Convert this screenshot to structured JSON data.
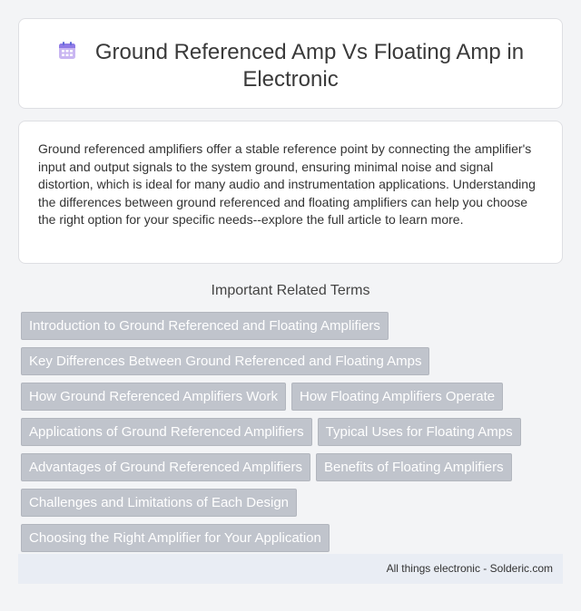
{
  "header": {
    "icon": "calendar-icon",
    "title": "Ground Referenced Amp Vs Floating Amp in Electronic"
  },
  "description": {
    "text": "Ground referenced amplifiers offer a stable reference point by connecting the amplifier's input and output signals to the system ground, ensuring minimal noise and signal distortion, which is ideal for many audio and instrumentation applications. Understanding the differences between ground referenced and floating amplifiers can help you choose the right option for your specific needs--explore the full article to learn more."
  },
  "related": {
    "heading": "Important Related Terms",
    "terms": [
      "Introduction to Ground Referenced and Floating Amplifiers",
      "Key Differences Between Ground Referenced and Floating Amps",
      "How Ground Referenced Amplifiers Work",
      "How Floating Amplifiers Operate",
      "Applications of Ground Referenced Amplifiers",
      "Typical Uses for Floating Amps",
      "Advantages of Ground Referenced Amplifiers",
      "Benefits of Floating Amplifiers",
      "Challenges and Limitations of Each Design",
      "Choosing the Right Amplifier for Your Application"
    ]
  },
  "footer": {
    "text": "All things electronic - Solderic.com"
  },
  "colors": {
    "tag_bg": "#c0c4cc",
    "footer_bg": "#e9edf4",
    "page_bg": "#f3f4f6"
  }
}
